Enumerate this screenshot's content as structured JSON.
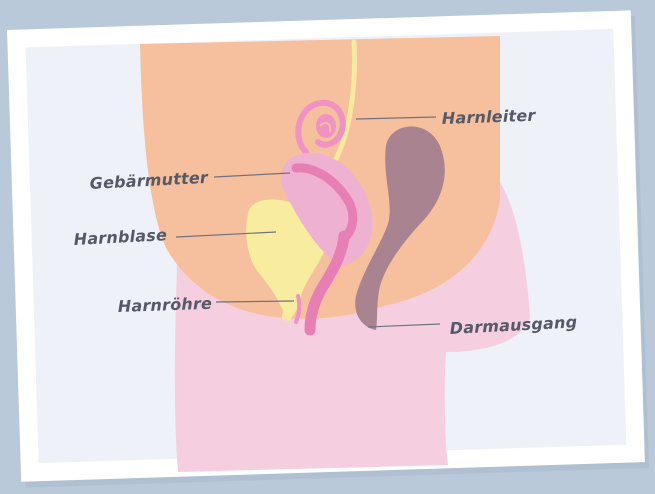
{
  "labels": {
    "harnleiter": "Harnleiter",
    "gebaermutter": "Gebärmutter",
    "harnblase": "Harnblase",
    "harnroehre": "Harnröhre",
    "darmausgang": "Darmausgang"
  },
  "colors": {
    "backdrop": "#b9c9da",
    "card": "#ffffff",
    "panel": "#eef1f8",
    "skin": "#f6bf9d",
    "thigh": "#f5cfe0",
    "uterus": "#efb1d2",
    "uterus_inner": "#e87fb4",
    "bladder": "#f8ec9f",
    "ureter": "#f7e99d",
    "rectum": "#a98390",
    "ovary": "#ef93c3",
    "label_text": "#555a66",
    "leader_line": "#6f7380"
  }
}
